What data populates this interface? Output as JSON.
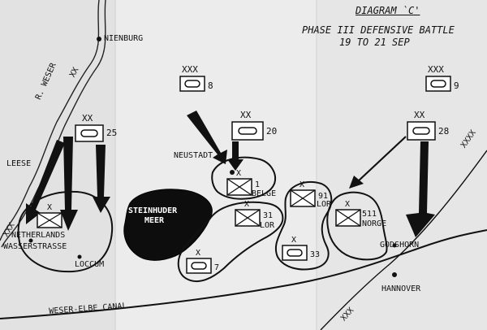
{
  "title": {
    "line1": "DIAGRAM `C'",
    "line2": "PHASE III DEFENSIVE BATTLE",
    "line3": "19 TO 21 SEP"
  },
  "places": {
    "nienburg": "NIENBURG",
    "leese": "LEESE",
    "neustadt": "NEUSTADT",
    "steinhuder": "STEINHUDER",
    "meer": "MEER",
    "wasserstrasse": "WASSERSTRASSE",
    "loccum": "LOCCUM",
    "godshorn": "GODSHORN",
    "hannover": "HANNOVER",
    "river": "R. WESER",
    "canal": "WESER-ELBE CANAL"
  },
  "corps": [
    {
      "echelon": "XXX",
      "number": "8"
    },
    {
      "echelon": "XXX",
      "number": "9"
    }
  ],
  "divisions": [
    {
      "echelon": "XX",
      "number": "25"
    },
    {
      "echelon": "XX",
      "number": "20"
    },
    {
      "echelon": "XX",
      "number": "28"
    }
  ],
  "brigades": [
    {
      "echelon": "X",
      "name": "NETHERLANDS"
    },
    {
      "echelon": "X",
      "number": "1",
      "name": "BELGE"
    },
    {
      "echelon": "X",
      "number": "31",
      "name": "LOR"
    },
    {
      "echelon": "X",
      "number": "91",
      "name": "LOR"
    },
    {
      "echelon": "X",
      "number": "511",
      "name": "NORGE"
    },
    {
      "echelon": "X",
      "number": "7"
    },
    {
      "echelon": "X",
      "number": "33"
    }
  ],
  "boundary_marks": {
    "west": "XXX",
    "east": "XXXX",
    "south": "XXX",
    "river": "XX"
  }
}
